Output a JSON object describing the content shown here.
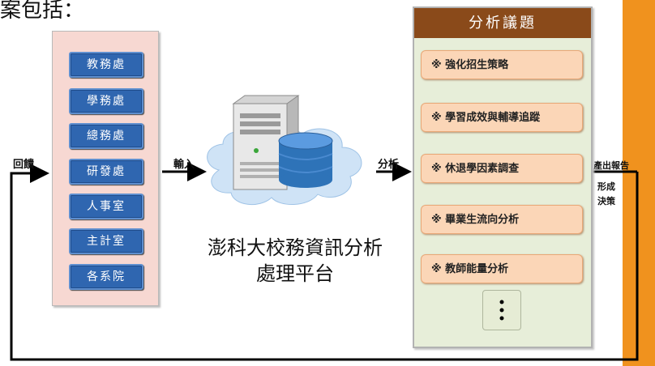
{
  "top_text": "案包括：",
  "offices": [
    "教務處",
    "學務處",
    "總務處",
    "研發處",
    "人事室",
    "主計室",
    "各系院"
  ],
  "labels": {
    "feedback": "回饋",
    "input": "輸入",
    "analyze": "分析",
    "produce_report": "產出報告",
    "form_decision_line1": "形成",
    "form_decision_line2": "決策"
  },
  "platform_title_line1": "澎科大校務資訊分析",
  "platform_title_line2": "處理平台",
  "analysis_panel": {
    "header": "分析議題",
    "topics": [
      "※ 強化招生策略",
      "※ 學習成效與輔導追蹤",
      "※ 休退學因素調查",
      "※ 畢業生流向分析",
      "※ 教師能量分析"
    ],
    "more_icon": "vertical-ellipsis"
  },
  "colors": {
    "office_button": "#2f66b0",
    "office_panel": "#f7d8d2",
    "analysis_header": "#8a4a1a",
    "analysis_panel": "#e7eed9",
    "topic": "#fbd6b7",
    "right_band": "#f0921e"
  }
}
